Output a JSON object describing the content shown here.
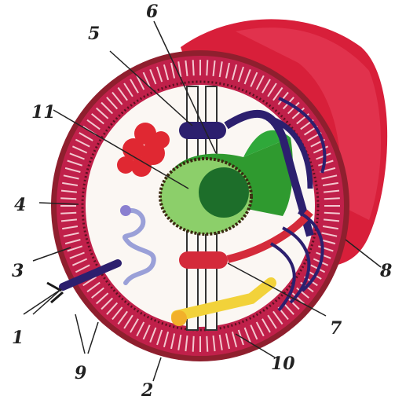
{
  "figure": {
    "labels": {
      "l1": "1",
      "l2": "2",
      "l3": "3",
      "l4": "4",
      "l5": "5",
      "l6": "6",
      "l7": "7",
      "l8": "8",
      "l9": "9",
      "l10": "10",
      "l11": "11"
    }
  },
  "colors": {
    "body_wall": "#c81e3c",
    "muscle_layer": "#b3164a",
    "cuticle": "#8f1f2e",
    "coelom": "#fbf7f3",
    "intestine": "#2f9a2f",
    "dorsal_vessel": "#2c1f6e",
    "ventral_vessel": "#d42a3a",
    "nerve_cord": "#f2d23a",
    "gonad": "#e02832",
    "nephridium": "#9aa0d8",
    "background": "#ffffff"
  }
}
